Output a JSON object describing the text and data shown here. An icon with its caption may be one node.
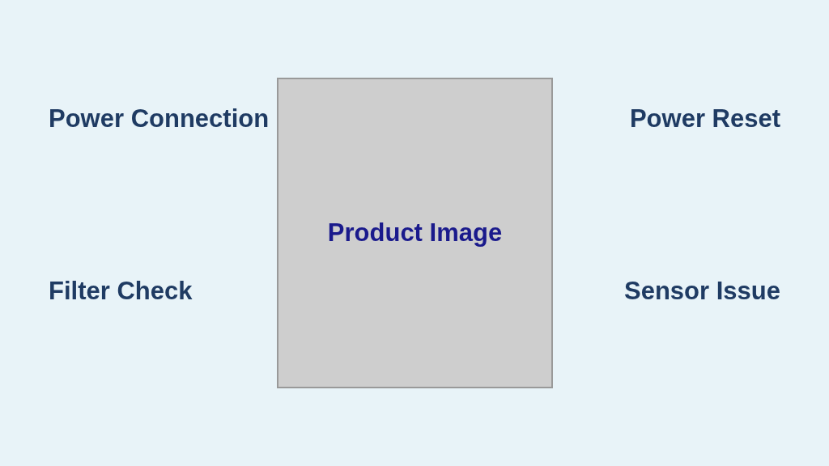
{
  "diagram": {
    "nodes": [
      {
        "text": [
          "Product Image"
        ]
      }
    ],
    "labels": [
      "Power Connection",
      "Power Reset",
      "Filter Check",
      "Sensor Issue"
    ]
  }
}
